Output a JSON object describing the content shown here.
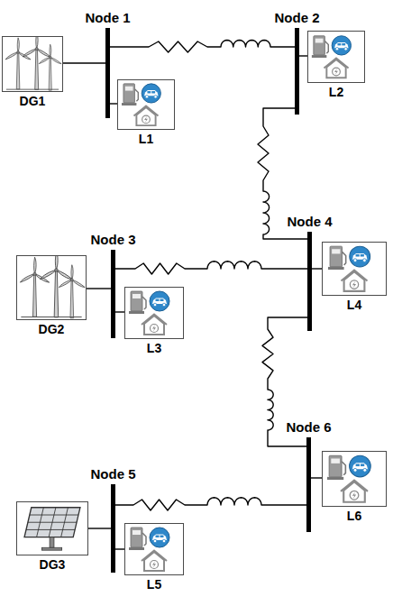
{
  "diagram": {
    "nodes": [
      {
        "text": [
          "Node 1"
        ]
      },
      {
        "text": [
          "DG1"
        ]
      },
      {
        "text": [
          "L1"
        ]
      },
      {
        "text": [
          "Node 2"
        ]
      },
      {
        "text": [
          "L2"
        ]
      },
      {
        "text": [
          "Node 3"
        ]
      },
      {
        "text": [
          "DG2"
        ]
      },
      {
        "text": [
          "L3"
        ]
      },
      {
        "text": [
          "Node 4"
        ]
      },
      {
        "text": [
          "L4"
        ]
      },
      {
        "text": [
          "Node 5"
        ]
      },
      {
        "text": [
          "DG3"
        ]
      },
      {
        "text": [
          "L5"
        ]
      },
      {
        "text": [
          "Node 6"
        ]
      },
      {
        "text": [
          "L6"
        ]
      }
    ],
    "edges": [
      {
        "from": 0,
        "to": 3,
        "arrow": "none"
      },
      {
        "from": 3,
        "to": 8,
        "arrow": "none"
      },
      {
        "from": 5,
        "to": 8,
        "arrow": "none"
      },
      {
        "from": 8,
        "to": 13,
        "arrow": "none"
      },
      {
        "from": 10,
        "to": 13,
        "arrow": "none"
      },
      {
        "from": 1,
        "to": 0,
        "arrow": "none"
      },
      {
        "from": 0,
        "to": 2,
        "arrow": "none"
      },
      {
        "from": 3,
        "to": 4,
        "arrow": "none"
      },
      {
        "from": 6,
        "to": 5,
        "arrow": "none"
      },
      {
        "from": 5,
        "to": 7,
        "arrow": "none"
      },
      {
        "from": 8,
        "to": 9,
        "arrow": "none"
      },
      {
        "from": 11,
        "to": 10,
        "arrow": "none"
      },
      {
        "from": 10,
        "to": 12,
        "arrow": "none"
      },
      {
        "from": 13,
        "to": 14,
        "arrow": "none"
      }
    ]
  }
}
